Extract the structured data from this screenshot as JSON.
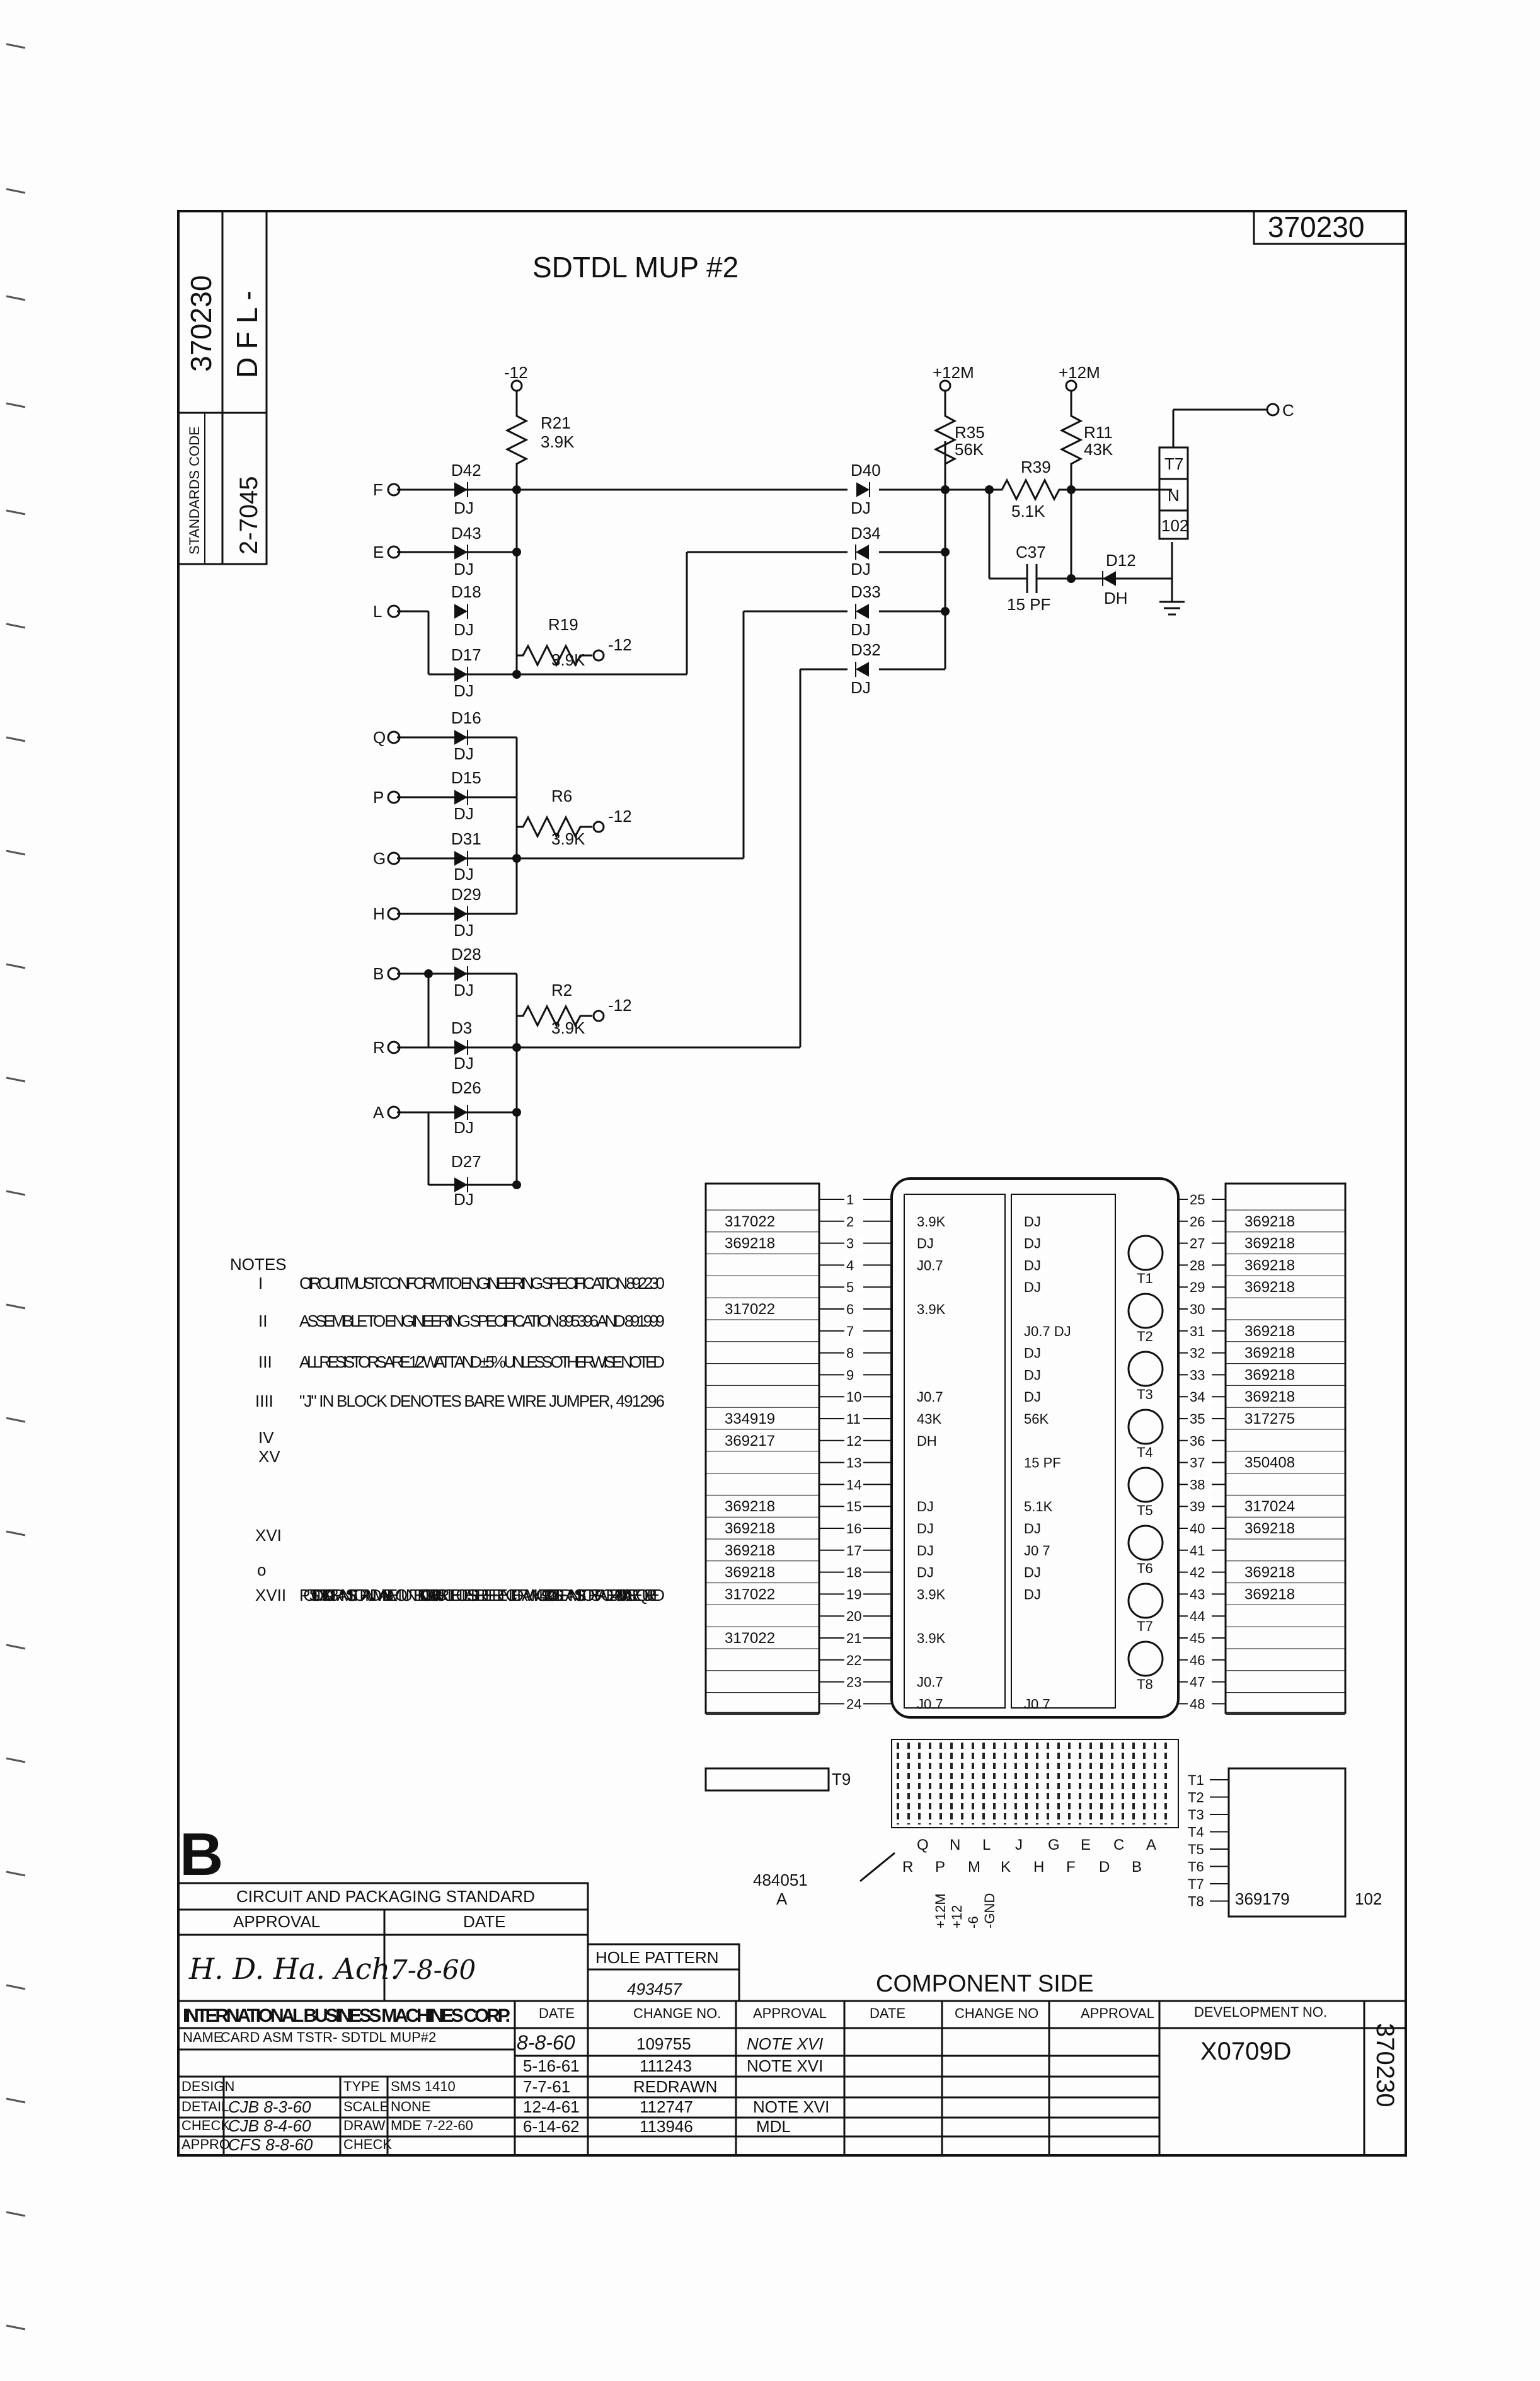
{
  "drawing_number": "370230",
  "title": "SDTDL MUP #2",
  "standards_block": {
    "label": "STANDARDS CODE",
    "code": "2-7045",
    "series": "D F L -"
  },
  "schematic": {
    "supplies": {
      "minus12": "-12",
      "plus12m_a": "+12M",
      "plus12m_b": "+12M"
    },
    "resistors": [
      {
        "ref": "R21",
        "value": "3.9K"
      },
      {
        "ref": "R35",
        "value": "56K"
      },
      {
        "ref": "R11",
        "value": "43K"
      },
      {
        "ref": "R39",
        "value": "5.1K"
      },
      {
        "ref": "R19",
        "value": "3.9K"
      },
      {
        "ref": "R6",
        "value": "3.9K"
      },
      {
        "ref": "R2",
        "value": "3.9K"
      }
    ],
    "capacitor": {
      "ref": "C37",
      "value": "15 PF"
    },
    "diodes": [
      {
        "ref": "D42",
        "type": "DJ"
      },
      {
        "ref": "D43",
        "type": "DJ"
      },
      {
        "ref": "D18",
        "type": "DJ"
      },
      {
        "ref": "D17",
        "type": "DJ"
      },
      {
        "ref": "D16",
        "type": "DJ"
      },
      {
        "ref": "D15",
        "type": "DJ"
      },
      {
        "ref": "D31",
        "type": "DJ"
      },
      {
        "ref": "D29",
        "type": "DJ"
      },
      {
        "ref": "D28",
        "type": "DJ"
      },
      {
        "ref": "D3",
        "type": "DJ"
      },
      {
        "ref": "D26",
        "type": "DJ"
      },
      {
        "ref": "D27",
        "type": "DJ"
      },
      {
        "ref": "D40",
        "type": "DJ"
      },
      {
        "ref": "D34",
        "type": "DJ"
      },
      {
        "ref": "D33",
        "type": "DJ"
      },
      {
        "ref": "D32",
        "type": "DJ"
      },
      {
        "ref": "D12",
        "type": "DH"
      }
    ],
    "inputs": [
      "F",
      "E",
      "L",
      "Q",
      "P",
      "G",
      "H",
      "B",
      "R",
      "A"
    ],
    "output": "C",
    "transistor": {
      "ref": "T7",
      "type": "N",
      "code": "102"
    },
    "resistor_supply": "-12"
  },
  "notes": {
    "heading": "NOTES",
    "items": [
      {
        "num": "I",
        "text": "CIRCUIT MUST CONFORM TO ENGINEERING SPECIFICATION 892230"
      },
      {
        "num": "II",
        "text": "ASSEMBLE TO ENGINEERING SPECIFICATION 895396 AND 891999"
      },
      {
        "num": "III",
        "text": "ALL RESISTORS ARE 1/2 WATT AND ±5% UNLESS OTHERWISE NOTED"
      },
      {
        "num": "IIII",
        "text": "\"J\" IN BLOCK DENOTES BARE WIRE JUMPER, 491296"
      },
      {
        "num": "IV",
        "text": ""
      },
      {
        "num": "XV",
        "text": ""
      },
      {
        "num": "XVI",
        "text": ""
      },
      {
        "num": "o",
        "text": ""
      },
      {
        "num": "XVII",
        "text": "POSITION T7 IS A TO-18 TRANSISTOR AND MAY BE MOUNTED IN .100 OR .200 PIN CIRCLE HOLES. SEE REFERENCE DRAWING 493902. USE TRANSISTOR SPACER 483070 AS REQUIRED"
      }
    ]
  },
  "component_side": {
    "label": "COMPONENT SIDE",
    "left_parts": [
      "",
      "317022",
      "369218",
      "",
      "",
      "317022",
      "",
      "",
      "",
      "",
      "334919",
      "369217",
      "",
      "",
      "369218",
      "369218",
      "369218",
      "369218",
      "317022",
      "",
      "317022",
      "",
      "",
      ""
    ],
    "left_pins": [
      "1",
      "2",
      "3",
      "4",
      "5",
      "6",
      "7",
      "8",
      "9",
      "10",
      "11",
      "12",
      "13",
      "14",
      "15",
      "16",
      "17",
      "18",
      "19",
      "20",
      "21",
      "22",
      "23",
      "24"
    ],
    "right_pins": [
      "25",
      "26",
      "27",
      "28",
      "29",
      "30",
      "31",
      "32",
      "33",
      "34",
      "35",
      "36",
      "37",
      "38",
      "39",
      "40",
      "41",
      "42",
      "43",
      "44",
      "45",
      "46",
      "47",
      "48"
    ],
    "right_parts": [
      "",
      "369218",
      "369218",
      "369218",
      "369218",
      "",
      "369218",
      "369218",
      "369218",
      "369218",
      "317275",
      "",
      "350408",
      "",
      "317024",
      "369218",
      "",
      "369218",
      "369218",
      "",
      "",
      "",
      "",
      ""
    ],
    "board_cells_left": [
      "",
      "3.9K",
      "DJ",
      "J0.7",
      "",
      "3.9K",
      "",
      "",
      "",
      "J0.7",
      "43K",
      "DH",
      "",
      "",
      "DJ",
      "DJ",
      "DJ",
      "DJ",
      "3.9K",
      "",
      "3.9K",
      "",
      "J0.7",
      "J0.7"
    ],
    "board_cells_right": [
      "",
      "DJ",
      "DJ",
      "DJ",
      "DJ",
      "",
      "J0.7 DJ",
      "DJ",
      "DJ",
      "DJ",
      "56K",
      "",
      "15 PF",
      "",
      "5.1K",
      "DJ",
      "J0 7",
      "DJ",
      "DJ",
      "",
      "",
      "",
      "",
      "J0 7"
    ],
    "transistors": [
      "T1",
      "T2",
      "T3",
      "T4",
      "T5",
      "T6",
      "T7",
      "T8"
    ],
    "t_labels": [
      "T1",
      "T2",
      "T3",
      "T4",
      "T5",
      "T6",
      "T7",
      "T8"
    ],
    "t7_part": "369179",
    "t7_code": "102",
    "t9_label": "T9",
    "connector_letters_top": [
      "Q",
      "N",
      "L",
      "J",
      "G",
      "E",
      "C",
      "A"
    ],
    "connector_letters_bottom": [
      "R",
      "P",
      "M",
      "K",
      "H",
      "F",
      "D",
      "B"
    ],
    "supply_labels": [
      "+12M",
      "+12",
      "-6",
      "-GND"
    ],
    "ref_part": "484051",
    "ref_letter": "A"
  },
  "standard_block": {
    "letter": "B",
    "heading": "CIRCUIT AND PACKAGING STANDARD",
    "approval_label": "APPROVAL",
    "date_label": "DATE",
    "approval_sig": "H. D. Ha. Ach.",
    "approval_date": "7-8-60",
    "hole_pattern_label": "HOLE PATTERN",
    "hole_pattern": "493457"
  },
  "title_block": {
    "company": "INTERNATIONAL BUSINESS MACHINES CORP.",
    "name_label": "NAME",
    "name": "CARD ASM TSTR- SDTDL MUP#2",
    "type_label": "TYPE",
    "type": "SMS 1410",
    "scale_label": "SCALE",
    "scale": "NONE",
    "draw_label": "DRAW",
    "draw": "MDE 7-22-60",
    "check_label": "CHECK",
    "check_sig": "",
    "rows_left": [
      {
        "label": "DESIGN",
        "value": ""
      },
      {
        "label": "DETAIL",
        "value": "CJB 8-3-60"
      },
      {
        "label": "CHECK",
        "value": "CJB 8-4-60"
      },
      {
        "label": "APPRO",
        "value": "CFS 8-8-60"
      }
    ],
    "change_headers": [
      "DATE",
      "CHANGE NO.",
      "APPROVAL",
      "DATE",
      "CHANGE NO",
      "APPROVAL"
    ],
    "changes": [
      {
        "date": "8-8-60",
        "change_no": "109755",
        "approval": "NOTE XVI"
      },
      {
        "date": "5-16-61",
        "change_no": "111243",
        "approval": "NOTE XVI"
      },
      {
        "date": "7-7-61",
        "change_no": "REDRAWN",
        "approval": ""
      },
      {
        "date": "12-4-61",
        "change_no": "112747",
        "approval": "NOTE XVI"
      },
      {
        "date": "6-14-62",
        "change_no": "113946",
        "approval": "MDL"
      }
    ],
    "dev_no_label": "DEVELOPMENT NO.",
    "dev_no": "X0709D",
    "side_number": "370230"
  }
}
